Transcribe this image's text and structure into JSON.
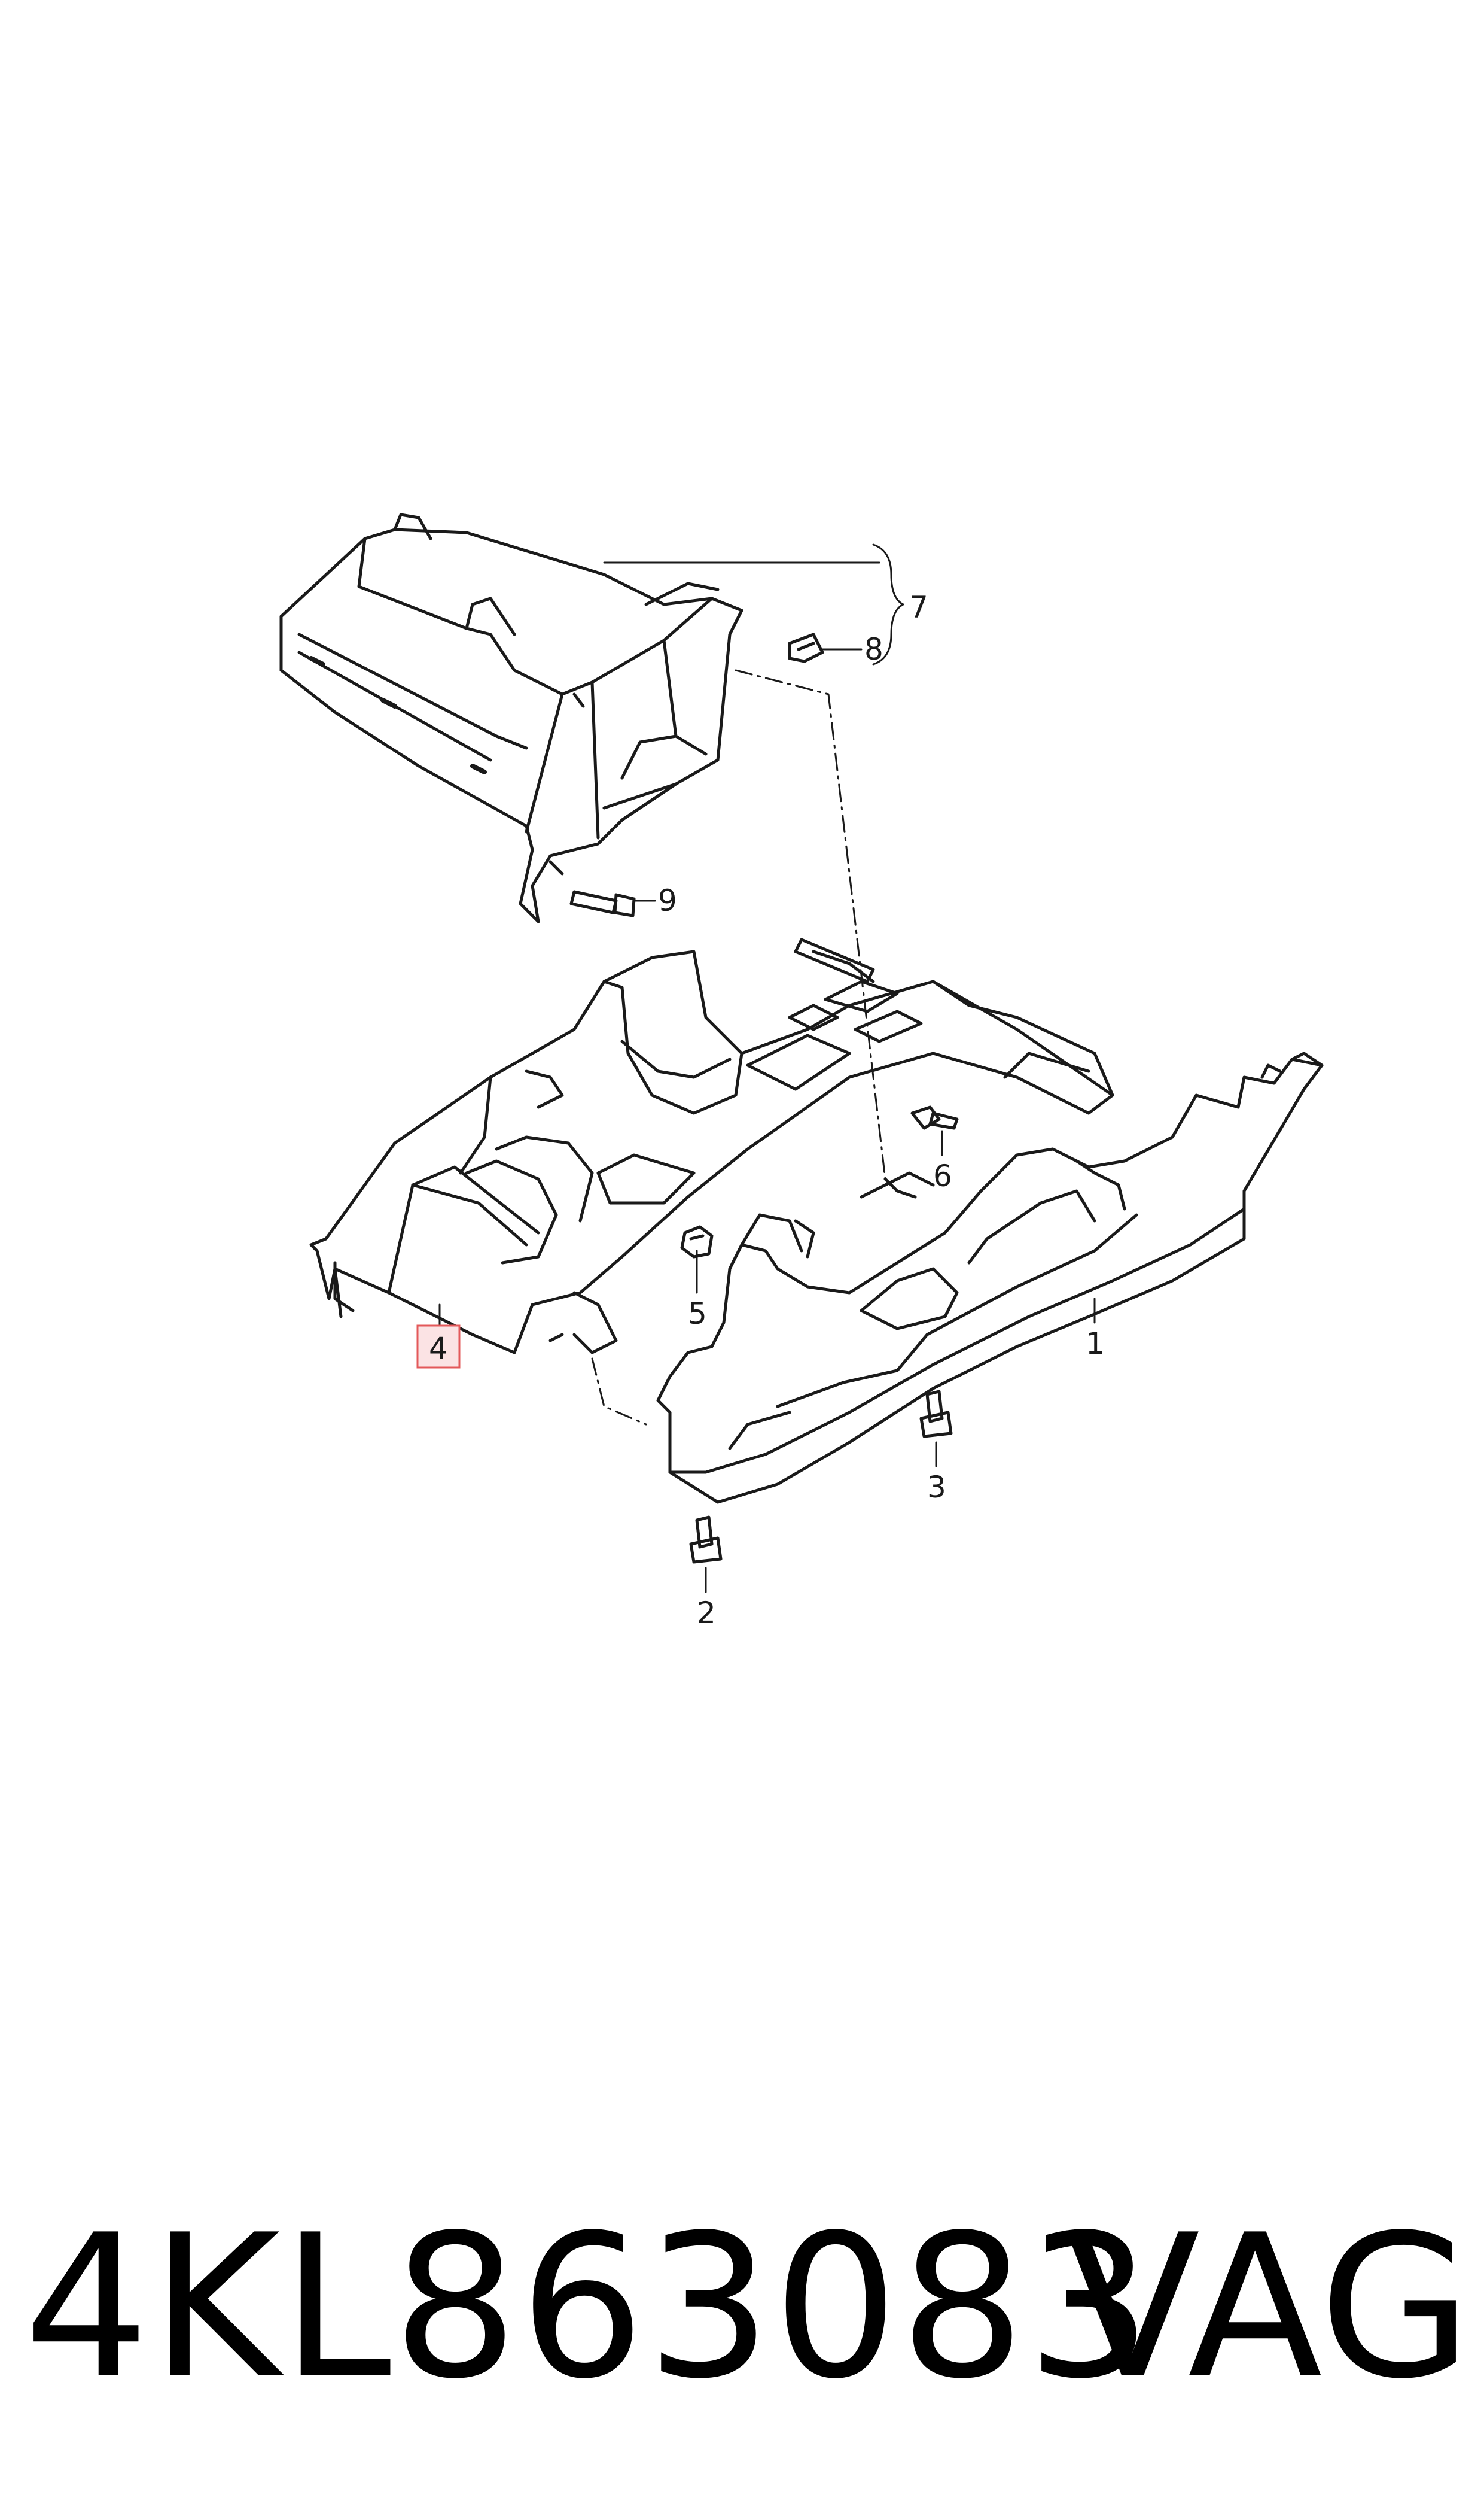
{
  "callouts": {
    "c1": "1",
    "c2": "2",
    "c3": "3",
    "c4": "4",
    "c5": "5",
    "c6": "6",
    "c7": "7",
    "c8": "8",
    "c9": "9"
  },
  "highlighted_callout": "4",
  "highlight_color": "#e3585a",
  "footer": {
    "part_number": "4KL863083",
    "brand": "VAG"
  }
}
